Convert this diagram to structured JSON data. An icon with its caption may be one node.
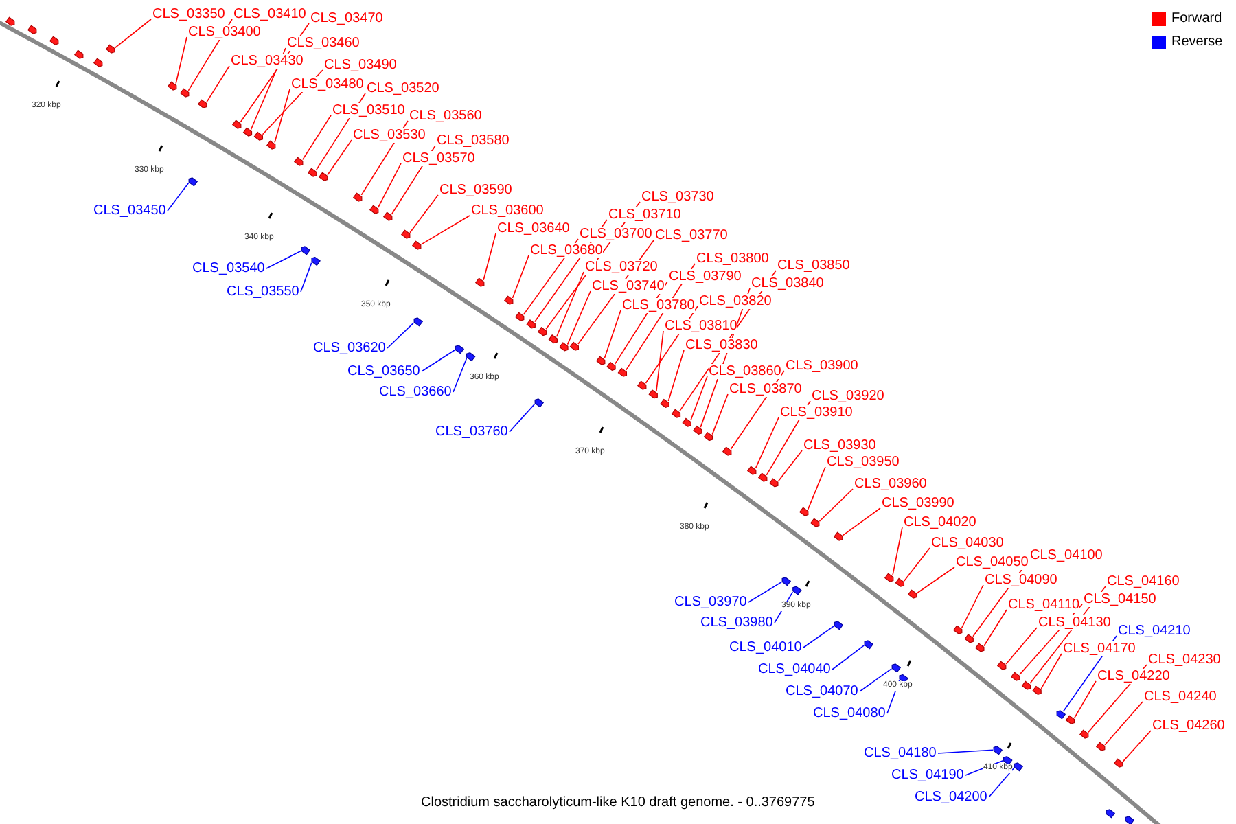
{
  "diagram": {
    "caption": "Clostridium saccharolyticum-like K10 draft genome. - 0..3769775",
    "nodes": [
      {
        "text": [
          "CLS_03350"
        ]
      },
      {
        "text": [
          "CLS_03410"
        ]
      },
      {
        "text": [
          "CLS_03400"
        ]
      },
      {
        "text": [
          "CLS_03470"
        ]
      },
      {
        "text": [
          "CLS_03460"
        ]
      },
      {
        "text": [
          "CLS_03430"
        ]
      },
      {
        "text": [
          "CLS_03490"
        ]
      },
      {
        "text": [
          "CLS_03480"
        ]
      },
      {
        "text": [
          "CLS_03520"
        ]
      },
      {
        "text": [
          "CLS_03510"
        ]
      },
      {
        "text": [
          "CLS_03530"
        ]
      },
      {
        "text": [
          "CLS_03560"
        ]
      },
      {
        "text": [
          "CLS_03580"
        ]
      },
      {
        "text": [
          "CLS_03570"
        ]
      },
      {
        "text": [
          "CLS_03590"
        ]
      },
      {
        "text": [
          "CLS_03600"
        ]
      },
      {
        "text": [
          "CLS_03640"
        ]
      },
      {
        "text": [
          "CLS_03680"
        ]
      },
      {
        "text": [
          "CLS_03700"
        ]
      },
      {
        "text": [
          "CLS_03710"
        ]
      },
      {
        "text": [
          "CLS_03730"
        ]
      },
      {
        "text": [
          "CLS_03720"
        ]
      },
      {
        "text": [
          "CLS_03740"
        ]
      },
      {
        "text": [
          "CLS_03770"
        ]
      },
      {
        "text": [
          "CLS_03780"
        ]
      },
      {
        "text": [
          "CLS_03790"
        ]
      },
      {
        "text": [
          "CLS_03800"
        ]
      },
      {
        "text": [
          "CLS_03820"
        ]
      },
      {
        "text": [
          "CLS_03810"
        ]
      },
      {
        "text": [
          "CLS_03830"
        ]
      },
      {
        "text": [
          "CLS_03850"
        ]
      },
      {
        "text": [
          "CLS_03840"
        ]
      },
      {
        "text": [
          "CLS_03860"
        ]
      },
      {
        "text": [
          "CLS_03870"
        ]
      },
      {
        "text": [
          "CLS_03900"
        ]
      },
      {
        "text": [
          "CLS_03920"
        ]
      },
      {
        "text": [
          "CLS_03910"
        ]
      },
      {
        "text": [
          "CLS_03930"
        ]
      },
      {
        "text": [
          "CLS_03950"
        ]
      },
      {
        "text": [
          "CLS_03960"
        ]
      },
      {
        "text": [
          "CLS_03990"
        ]
      },
      {
        "text": [
          "CLS_04020"
        ]
      },
      {
        "text": [
          "CLS_04030"
        ]
      },
      {
        "text": [
          "CLS_04050"
        ]
      },
      {
        "text": [
          "CLS_04090"
        ]
      },
      {
        "text": [
          "CLS_04100"
        ]
      },
      {
        "text": [
          "CLS_04110"
        ]
      },
      {
        "text": [
          "CLS_04130"
        ]
      },
      {
        "text": [
          "CLS_04150"
        ]
      },
      {
        "text": [
          "CLS_04160"
        ]
      },
      {
        "text": [
          "CLS_04170"
        ]
      },
      {
        "text": [
          "CLS_04220"
        ]
      },
      {
        "text": [
          "CLS_04230"
        ]
      },
      {
        "text": [
          "CLS_04240"
        ]
      },
      {
        "text": [
          "CLS_04260"
        ]
      },
      {
        "text": [
          "CLS_03450"
        ]
      },
      {
        "text": [
          "CLS_03540"
        ]
      },
      {
        "text": [
          "CLS_03550"
        ]
      },
      {
        "text": [
          "CLS_03620"
        ]
      },
      {
        "text": [
          "CLS_03650"
        ]
      },
      {
        "text": [
          "CLS_03660"
        ]
      },
      {
        "text": [
          "CLS_03760"
        ]
      },
      {
        "text": [
          "CLS_03970"
        ]
      },
      {
        "text": [
          "CLS_03980"
        ]
      },
      {
        "text": [
          "CLS_04010"
        ]
      },
      {
        "text": [
          "CLS_04040"
        ]
      },
      {
        "text": [
          "CLS_04070"
        ]
      },
      {
        "text": [
          "CLS_04080"
        ]
      },
      {
        "text": [
          "CLS_04180"
        ]
      },
      {
        "text": [
          "CLS_04190"
        ]
      },
      {
        "text": [
          "CLS_04200"
        ]
      },
      {
        "text": [
          "CLS_04210"
        ]
      },
      {
        "text": [],
        "shape": "box"
      },
      {
        "text": [],
        "shape": "box"
      },
      {
        "text": [],
        "shape": "box"
      },
      {
        "text": [],
        "shape": "box"
      },
      {
        "text": [],
        "shape": "box"
      },
      {
        "text": [],
        "shape": "box"
      },
      {
        "text": [],
        "shape": "box"
      },
      {
        "text": [],
        "shape": "box"
      },
      {
        "text": [],
        "shape": "box"
      },
      {
        "text": [],
        "shape": "box"
      },
      {
        "text": [],
        "shape": "box"
      },
      {
        "text": [],
        "shape": "box"
      },
      {
        "text": [],
        "shape": "box"
      },
      {
        "text": [],
        "shape": "box"
      },
      {
        "text": [],
        "shape": "box"
      },
      {
        "text": [],
        "shape": "box"
      },
      {
        "text": [],
        "shape": "box"
      },
      {
        "text": [],
        "shape": "box"
      },
      {
        "text": [],
        "shape": "box"
      },
      {
        "text": [],
        "shape": "box"
      },
      {
        "text": [],
        "shape": "box"
      },
      {
        "text": [],
        "shape": "box"
      },
      {
        "text": [],
        "shape": "box"
      },
      {
        "text": [],
        "shape": "box"
      },
      {
        "text": [],
        "shape": "box"
      },
      {
        "text": [],
        "shape": "box"
      },
      {
        "text": [],
        "shape": "box"
      },
      {
        "text": [],
        "shape": "box"
      },
      {
        "text": [],
        "shape": "box"
      },
      {
        "text": [],
        "shape": "box"
      },
      {
        "text": [],
        "shape": "box"
      },
      {
        "text": [],
        "shape": "box"
      },
      {
        "text": [],
        "shape": "box"
      },
      {
        "text": [],
        "shape": "box"
      },
      {
        "text": [],
        "shape": "box"
      },
      {
        "text": [],
        "shape": "box"
      },
      {
        "text": [],
        "shape": "box"
      },
      {
        "text": [],
        "shape": "box"
      },
      {
        "text": [],
        "shape": "box"
      },
      {
        "text": [],
        "shape": "box"
      },
      {
        "text": [],
        "shape": "box"
      },
      {
        "text": [],
        "shape": "box"
      },
      {
        "text": [],
        "shape": "box"
      },
      {
        "text": [],
        "shape": "box"
      },
      {
        "text": [],
        "shape": "box"
      },
      {
        "text": [],
        "shape": "box"
      },
      {
        "text": [],
        "shape": "box"
      },
      {
        "text": [],
        "shape": "box"
      },
      {
        "text": [],
        "shape": "box"
      },
      {
        "text": [],
        "shape": "box"
      },
      {
        "text": [],
        "shape": "box"
      },
      {
        "text": [],
        "shape": "box"
      },
      {
        "text": [],
        "shape": "box"
      },
      {
        "text": [],
        "shape": "box"
      },
      {
        "text": [],
        "shape": "box"
      },
      {
        "text": [],
        "shape": "box"
      },
      {
        "text": [],
        "shape": "box"
      },
      {
        "text": [],
        "shape": "box"
      },
      {
        "text": [],
        "shape": "box"
      },
      {
        "text": [],
        "shape": "box"
      },
      {
        "text": [],
        "shape": "box"
      },
      {
        "text": [],
        "shape": "box"
      },
      {
        "text": [],
        "shape": "box"
      },
      {
        "text": [],
        "shape": "box"
      },
      {
        "text": [],
        "shape": "box"
      },
      {
        "text": [],
        "shape": "box"
      },
      {
        "text": [],
        "shape": "box"
      },
      {
        "text": [],
        "shape": "box"
      },
      {
        "text": [],
        "shape": "box"
      },
      {
        "text": [],
        "shape": "box"
      },
      {
        "text": [],
        "shape": "box"
      },
      {
        "text": [],
        "shape": "box"
      },
      {
        "text": [],
        "shape": "box"
      },
      {
        "text": [],
        "shape": "box"
      },
      {
        "text": [],
        "shape": "box"
      },
      {
        "text": [],
        "shape": "box"
      },
      {
        "text": [],
        "shape": "box"
      },
      {
        "text": [],
        "shape": "box"
      },
      {
        "text": [],
        "shape": "box"
      }
    ],
    "edges": [
      {
        "from": 0,
        "to": 77,
        "arrow": "none"
      },
      {
        "from": 1,
        "to": 78,
        "arrow": "none"
      },
      {
        "from": 2,
        "to": 79,
        "arrow": "none"
      },
      {
        "from": 3,
        "to": 80,
        "arrow": "none"
      },
      {
        "from": 4,
        "to": 81,
        "arrow": "none"
      },
      {
        "from": 5,
        "to": 82,
        "arrow": "none"
      },
      {
        "from": 6,
        "to": 83,
        "arrow": "none"
      },
      {
        "from": 7,
        "to": 84,
        "arrow": "none"
      },
      {
        "from": 8,
        "to": 85,
        "arrow": "none"
      },
      {
        "from": 9,
        "to": 86,
        "arrow": "none"
      },
      {
        "from": 10,
        "to": 87,
        "arrow": "none"
      },
      {
        "from": 11,
        "to": 88,
        "arrow": "none"
      },
      {
        "from": 12,
        "to": 89,
        "arrow": "none"
      },
      {
        "from": 13,
        "to": 90,
        "arrow": "none"
      },
      {
        "from": 14,
        "to": 91,
        "arrow": "none"
      },
      {
        "from": 15,
        "to": 92,
        "arrow": "none"
      },
      {
        "from": 16,
        "to": 93,
        "arrow": "none"
      },
      {
        "from": 17,
        "to": 94,
        "arrow": "none"
      },
      {
        "from": 18,
        "to": 95,
        "arrow": "none"
      },
      {
        "from": 19,
        "to": 96,
        "arrow": "none"
      },
      {
        "from": 20,
        "to": 97,
        "arrow": "none"
      },
      {
        "from": 21,
        "to": 98,
        "arrow": "none"
      },
      {
        "from": 22,
        "to": 99,
        "arrow": "none"
      },
      {
        "from": 23,
        "to": 100,
        "arrow": "none"
      },
      {
        "from": 24,
        "to": 101,
        "arrow": "none"
      },
      {
        "from": 25,
        "to": 102,
        "arrow": "none"
      },
      {
        "from": 26,
        "to": 103,
        "arrow": "none"
      },
      {
        "from": 27,
        "to": 104,
        "arrow": "none"
      },
      {
        "from": 28,
        "to": 105,
        "arrow": "none"
      },
      {
        "from": 29,
        "to": 106,
        "arrow": "none"
      },
      {
        "from": 30,
        "to": 107,
        "arrow": "none"
      },
      {
        "from": 31,
        "to": 108,
        "arrow": "none"
      },
      {
        "from": 32,
        "to": 109,
        "arrow": "none"
      },
      {
        "from": 33,
        "to": 110,
        "arrow": "none"
      },
      {
        "from": 34,
        "to": 111,
        "arrow": "none"
      },
      {
        "from": 35,
        "to": 112,
        "arrow": "none"
      },
      {
        "from": 36,
        "to": 113,
        "arrow": "none"
      },
      {
        "from": 37,
        "to": 114,
        "arrow": "none"
      },
      {
        "from": 38,
        "to": 115,
        "arrow": "none"
      },
      {
        "from": 39,
        "to": 116,
        "arrow": "none"
      },
      {
        "from": 40,
        "to": 117,
        "arrow": "none"
      },
      {
        "from": 41,
        "to": 118,
        "arrow": "none"
      },
      {
        "from": 42,
        "to": 119,
        "arrow": "none"
      },
      {
        "from": 43,
        "to": 120,
        "arrow": "none"
      },
      {
        "from": 44,
        "to": 121,
        "arrow": "none"
      },
      {
        "from": 45,
        "to": 122,
        "arrow": "none"
      },
      {
        "from": 46,
        "to": 123,
        "arrow": "none"
      },
      {
        "from": 47,
        "to": 124,
        "arrow": "none"
      },
      {
        "from": 48,
        "to": 125,
        "arrow": "none"
      },
      {
        "from": 49,
        "to": 126,
        "arrow": "none"
      },
      {
        "from": 50,
        "to": 127,
        "arrow": "none"
      },
      {
        "from": 51,
        "to": 128,
        "arrow": "none"
      },
      {
        "from": 52,
        "to": 129,
        "arrow": "none"
      },
      {
        "from": 53,
        "to": 130,
        "arrow": "none"
      },
      {
        "from": 54,
        "to": 131,
        "arrow": "none"
      },
      {
        "from": 55,
        "to": 132,
        "arrow": "none",
        "color": "#0000ff"
      },
      {
        "from": 56,
        "to": 133,
        "arrow": "none",
        "color": "#0000ff"
      },
      {
        "from": 57,
        "to": 134,
        "arrow": "none",
        "color": "#0000ff"
      },
      {
        "from": 58,
        "to": 135,
        "arrow": "none",
        "color": "#0000ff"
      },
      {
        "from": 59,
        "to": 136,
        "arrow": "none",
        "color": "#0000ff"
      },
      {
        "from": 60,
        "to": 137,
        "arrow": "none",
        "color": "#0000ff"
      },
      {
        "from": 61,
        "to": 138,
        "arrow": "none",
        "color": "#0000ff"
      },
      {
        "from": 62,
        "to": 139,
        "arrow": "none",
        "color": "#0000ff"
      },
      {
        "from": 63,
        "to": 140,
        "arrow": "none",
        "color": "#0000ff"
      },
      {
        "from": 64,
        "to": 141,
        "arrow": "none",
        "color": "#0000ff"
      },
      {
        "from": 65,
        "to": 142,
        "arrow": "none",
        "color": "#0000ff"
      },
      {
        "from": 66,
        "to": 143,
        "arrow": "none",
        "color": "#0000ff"
      },
      {
        "from": 67,
        "to": 144,
        "arrow": "none",
        "color": "#0000ff"
      },
      {
        "from": 68,
        "to": 145,
        "arrow": "none",
        "color": "#0000ff"
      },
      {
        "from": 69,
        "to": 146,
        "arrow": "none",
        "color": "#0000ff"
      },
      {
        "from": 70,
        "to": 147,
        "arrow": "none",
        "color": "#0000ff"
      },
      {
        "from": 71,
        "to": 148,
        "arrow": "none",
        "color": "#0000ff"
      }
    ],
    "labels": [
      "320 kbp",
      "330 kbp",
      "340 kbp",
      "350 kbp",
      "360 kbp",
      "370 kbp",
      "380 kbp",
      "390 kbp",
      "400 kbp",
      "410 kbp"
    ],
    "legend": [
      {
        "text": "Forward",
        "color": "#ff0000"
      },
      {
        "text": "Reverse",
        "color": "#0000ff"
      }
    ]
  }
}
